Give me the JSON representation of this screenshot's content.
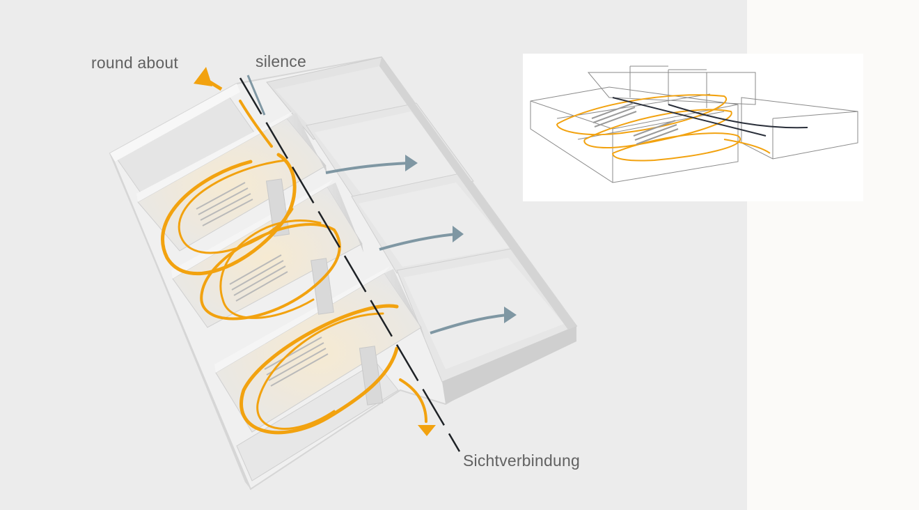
{
  "labels": {
    "round_about": "round about",
    "silence": "silence",
    "sichtverbindung": "Sichtverbindung"
  },
  "colors": {
    "background": "#ececec",
    "side_panel": "#fbfaf8",
    "wall_top": "#f4f4f4",
    "wall_side": "#dcdcdc",
    "floor": "#e6e6e6",
    "path_orange": "#f2a20f",
    "arrow_blue": "#7f97a3",
    "sightline": "#1e2226",
    "label_text": "#616161"
  },
  "icons": [
    "path-arrow-up-icon",
    "path-arrow-down-icon",
    "view-arrow-icon"
  ]
}
